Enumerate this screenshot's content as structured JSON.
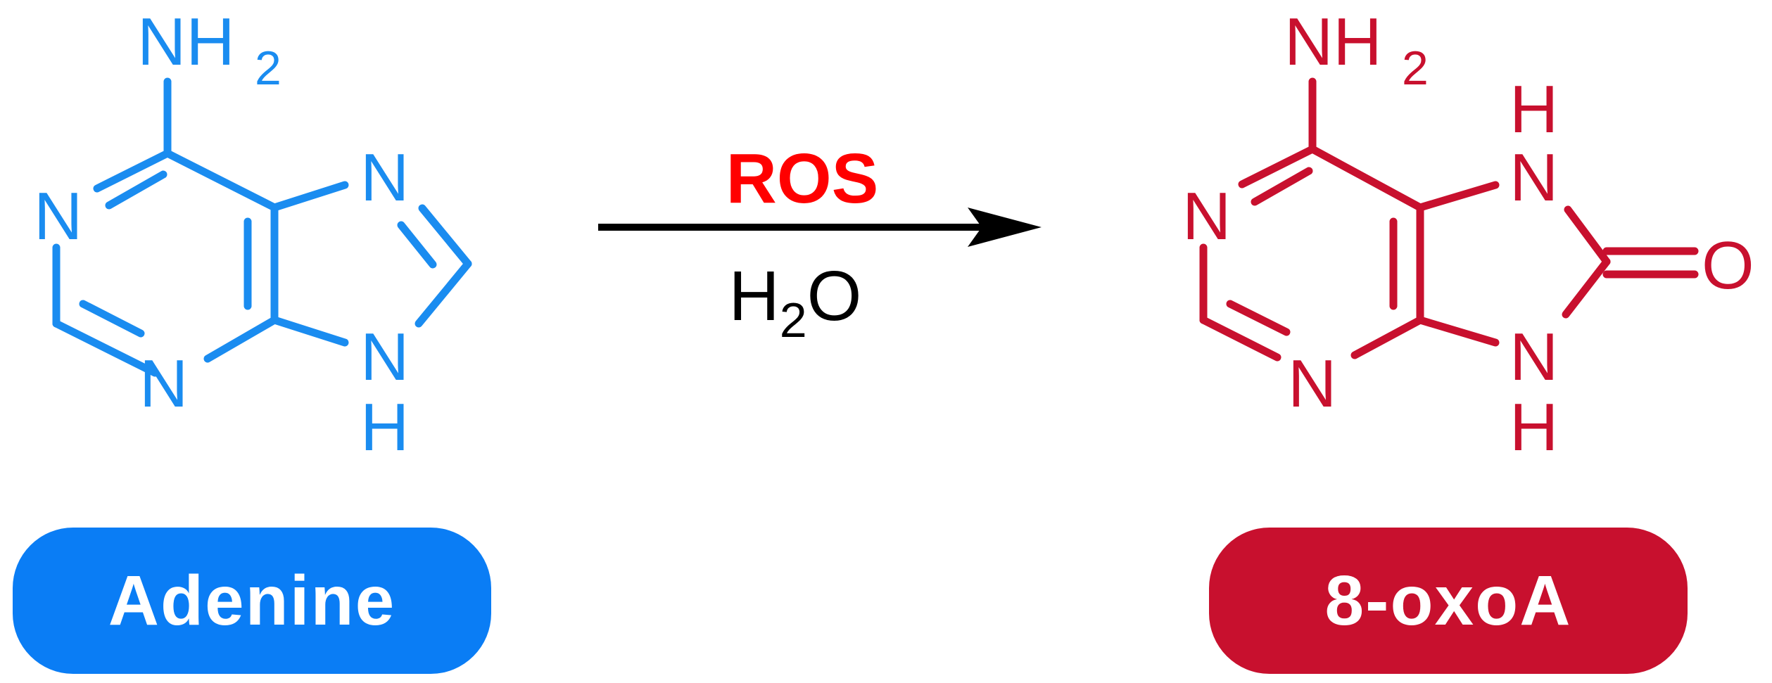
{
  "reactant": {
    "name": "Adenine",
    "color": "#1a8cf0",
    "badge_color": "#0a7df5",
    "atoms": {
      "n": "N",
      "h": "H",
      "nh2_main": "NH",
      "nh2_sub": "2"
    }
  },
  "product": {
    "name": "8-oxoA",
    "color": "#c8102e",
    "badge_color": "#c8102e",
    "atoms": {
      "n": "N",
      "h": "H",
      "o": "O",
      "nh2_main": "NH",
      "nh2_sub": "2"
    }
  },
  "reaction": {
    "reagent_top": "ROS",
    "reagent_top_color": "#ff0000",
    "reagent_bottom_main": "H",
    "reagent_bottom_sub": "2",
    "reagent_bottom_tail": "O",
    "arrow_color": "#000000"
  }
}
